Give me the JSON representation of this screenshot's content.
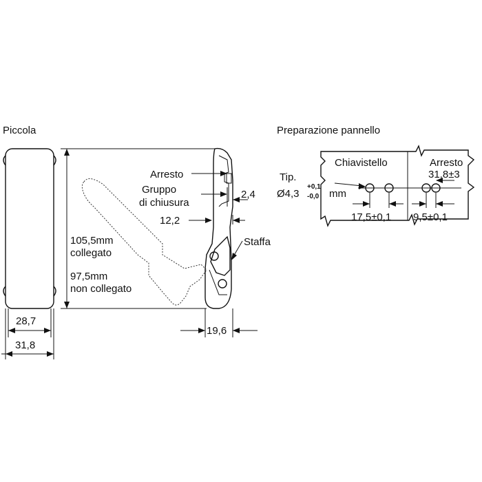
{
  "left_view": {
    "title": "Piccola",
    "inner_width": "28,7",
    "outer_width": "31,8"
  },
  "side_view": {
    "height_connected": "105,5mm",
    "connected": "collegato",
    "height_disconnected": "97,5mm",
    "disconnected": "non collegato",
    "stop_label": "Arresto",
    "lock_group_line1": "Gruppo",
    "lock_group_line2": "di chiusura",
    "dim_2_4": "2,4",
    "dim_12_2": "12,2",
    "bracket_label": "Staffa",
    "dim_19_6": "19,6"
  },
  "panel": {
    "title": "Preparazione pannello",
    "latch_label": "Chiavistello",
    "stop_label": "Arresto",
    "dim_31_8": "31,8±3",
    "hole_prefix": "Tip.",
    "hole_dia": "Ø4,3",
    "tol_plus": "+0,1",
    "tol_minus": "-0,0",
    "hole_unit": "mm",
    "dim_17_5": "17,5±0,1",
    "dim_9_5": "9,5±0,1"
  }
}
